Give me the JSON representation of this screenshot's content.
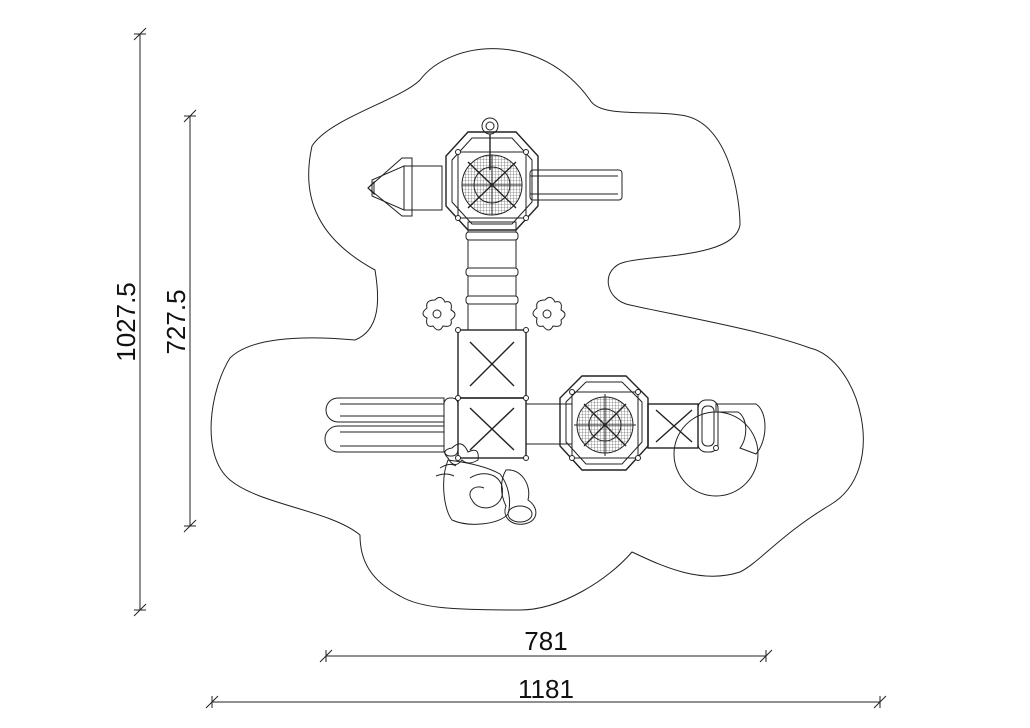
{
  "dimensions": {
    "total_height": "1027.5",
    "equipment_height": "727.5",
    "equipment_width": "781",
    "total_width": "1181"
  },
  "colors": {
    "line": "#222222",
    "background": "#ffffff"
  }
}
